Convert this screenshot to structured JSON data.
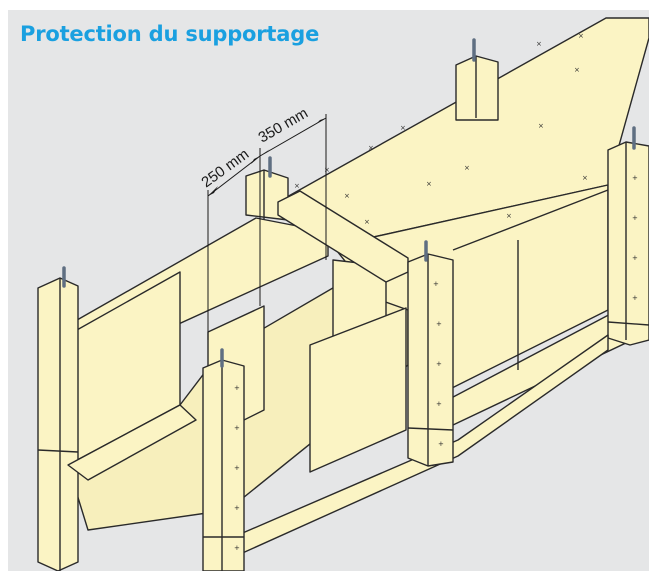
{
  "figure": {
    "title": "Protection du supportage",
    "dimensions": [
      {
        "value": "250 mm"
      },
      {
        "value": "350 mm"
      }
    ]
  },
  "colors": {
    "panel": "#fbf4c4",
    "panel_shade": "#efe6a9",
    "outline": "#2a2a2a",
    "background": "#e5e6e7",
    "title": "#1aa0e0",
    "rod": "#7e8fa3"
  },
  "icons": [
    "threaded-rod-icon"
  ]
}
